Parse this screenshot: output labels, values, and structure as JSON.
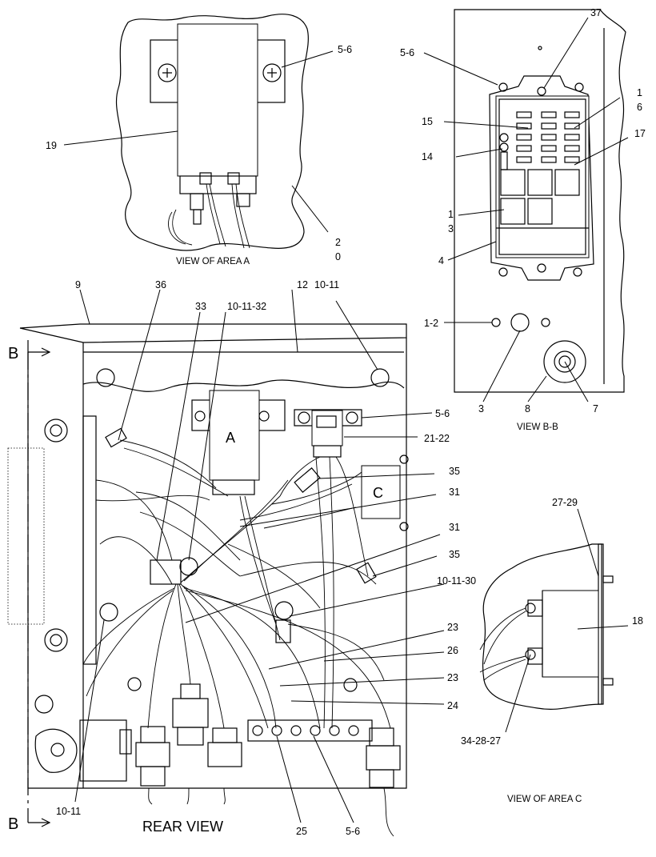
{
  "view_area_a": {
    "caption": "VIEW OF AREA A",
    "callouts": {
      "fasteners": "5-6",
      "module": "19",
      "harness_a": "2",
      "harness_b": "0"
    }
  },
  "view_bb": {
    "caption": "VIEW B-B",
    "callouts": {
      "top": "37",
      "fasteners": "5-6",
      "right_a": "1",
      "right_b": "6",
      "fuse_strip": "15",
      "fuse_holder": "14",
      "relay_label": "17",
      "relays_a": "1",
      "relays_b": "3",
      "cover": "4",
      "bolt": "1-2",
      "plug": "3",
      "switch_a": "8",
      "switch_b": "7"
    }
  },
  "rear_view": {
    "caption": "REAR VIEW",
    "section_marks": {
      "top": "B",
      "bottom": "B"
    },
    "area_markers": {
      "a": "A",
      "c": "C"
    },
    "callouts": {
      "panel": "9",
      "clip_top": "36",
      "bracket": "12",
      "grommet_tr": "10-11",
      "clip_left": "33",
      "grommet_clip": "10-11-32",
      "bolts": "5-6",
      "relay": "21-22",
      "tie_a": "35",
      "tie_b": "31",
      "tie_c": "31",
      "tie_d": "35",
      "grommet_clip_b": "10-11-30",
      "wire_a": "23",
      "wire_b": "26",
      "wire_c": "23",
      "wire_d": "24",
      "grommet_bl": "10-11",
      "terminal_strip": "25",
      "strip_bolts": "5-6"
    }
  },
  "view_area_c": {
    "caption": "VIEW OF AREA C",
    "callouts": {
      "bolts": "27-29",
      "resistor": "18",
      "bottom": "34-28-27"
    }
  }
}
